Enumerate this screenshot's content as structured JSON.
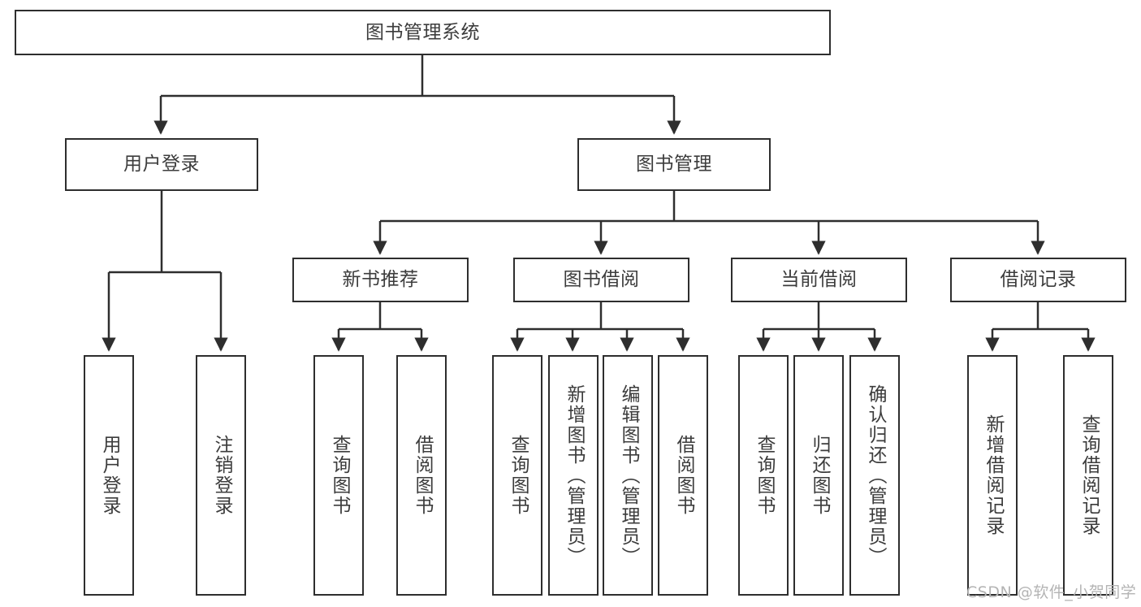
{
  "diagram": {
    "title": "图书管理系统",
    "type": "tree-structure-chart",
    "background_color": "#ffffff",
    "stroke_color": "#2e2e2e",
    "text_color": "#3c3c3c"
  },
  "root": {
    "label": "图书管理系统"
  },
  "level2": [
    {
      "label": "用户登录"
    },
    {
      "label": "图书管理"
    }
  ],
  "level3": [
    {
      "label": "新书推荐"
    },
    {
      "label": "图书借阅"
    },
    {
      "label": "当前借阅"
    },
    {
      "label": "借阅记录"
    }
  ],
  "leaves": {
    "user_login": [
      {
        "label": "用户登录"
      },
      {
        "label": "注销登录"
      }
    ],
    "new_book_recommend": [
      {
        "label": "查询图书"
      },
      {
        "label": "借阅图书"
      }
    ],
    "book_borrow": [
      {
        "label": "查询图书"
      },
      {
        "label": "新增图书（管理员）"
      },
      {
        "label": "编辑图书（管理员）"
      },
      {
        "label": "借阅图书"
      }
    ],
    "current_borrow": [
      {
        "label": "查询图书"
      },
      {
        "label": "归还图书"
      },
      {
        "label": "确认归还（管理员）"
      }
    ],
    "borrow_record": [
      {
        "label": "新增借阅记录"
      },
      {
        "label": "查询借阅记录"
      }
    ]
  },
  "watermark": {
    "text": "CSDN @软件_小贺同学"
  }
}
